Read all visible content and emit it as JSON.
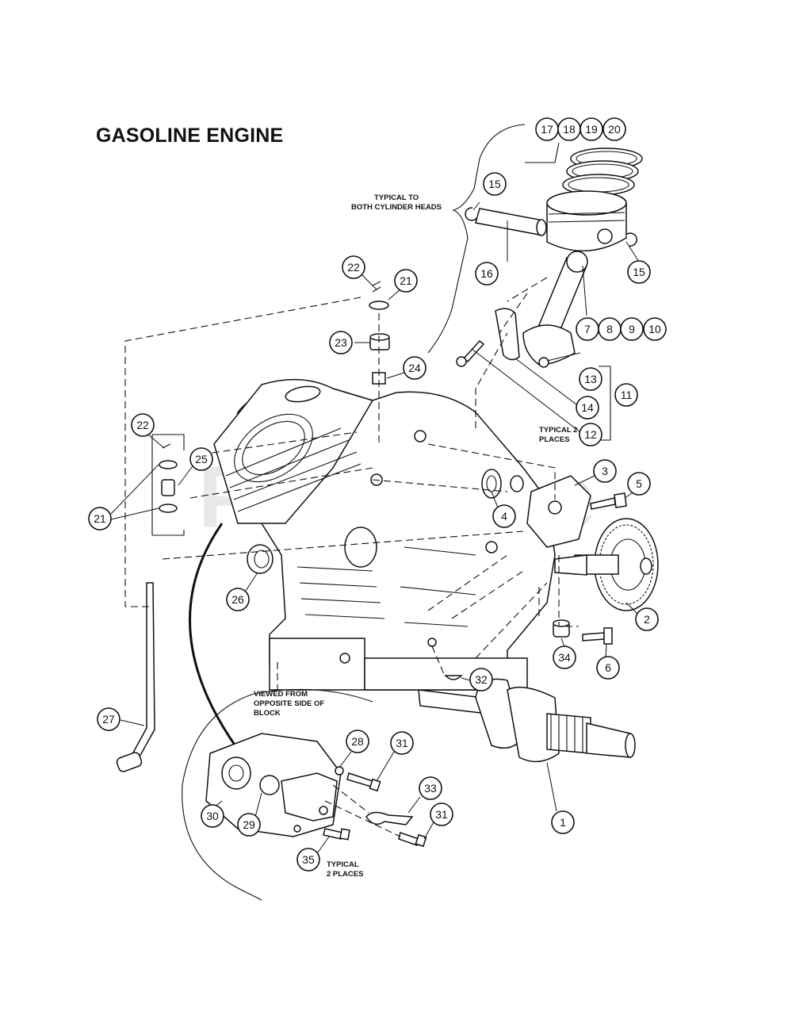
{
  "title": "GASOLINE ENGINE",
  "watermark": "PartsTree",
  "notes": {
    "heads_line1": "TYPICAL TO",
    "heads_line2": "BOTH CYLINDER HEADS",
    "typical2_line1": "TYPICAL 2",
    "typical2_line2": "PLACES",
    "viewed_line1": "VIEWED FROM",
    "viewed_line2": "OPPOSITE SIDE OF",
    "viewed_line3": "BLOCK",
    "typical_bottom_line1": "TYPICAL",
    "typical_bottom_line2": "2 PLACES"
  },
  "callouts": {
    "c17": "17",
    "c18": "18",
    "c19": "19",
    "c20": "20",
    "c15a": "15",
    "c15b": "15",
    "c16": "16",
    "c7": "7",
    "c8": "8",
    "c9": "9",
    "c10": "10",
    "c22a": "22",
    "c21a": "21",
    "c23": "23",
    "c24": "24",
    "c13": "13",
    "c14": "14",
    "c11": "11",
    "c12": "12",
    "c22b": "22",
    "c25": "25",
    "c21b": "21",
    "c3": "3",
    "c5": "5",
    "c4": "4",
    "c2": "2",
    "c26": "26",
    "c34": "34",
    "c6": "6",
    "c32": "32",
    "c27": "27",
    "c28": "28",
    "c31a": "31",
    "c33": "33",
    "c31b": "31",
    "c30": "30",
    "c29": "29",
    "c35": "35",
    "c1": "1"
  }
}
